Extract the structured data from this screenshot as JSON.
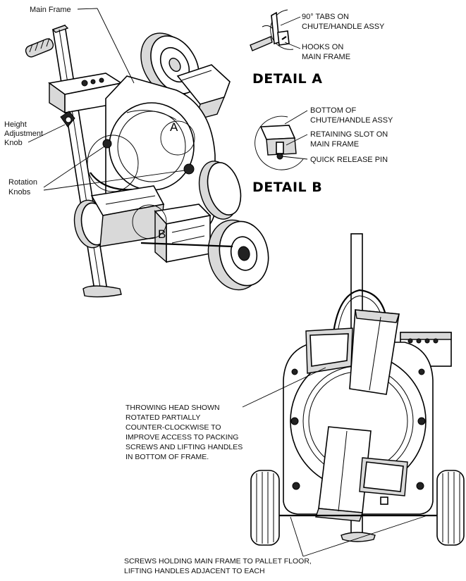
{
  "labels": {
    "main_frame": "Main Frame",
    "height_adjustment": [
      "Height",
      "Adjustment",
      "Knob"
    ],
    "rotation_knobs": [
      "Rotation",
      "Knobs"
    ],
    "callout_a": "A",
    "callout_b": "B",
    "tabs": [
      "90° TABS ON",
      "CHUTE/HANDLE ASSY"
    ],
    "hooks": [
      "HOOKS ON",
      "MAIN FRAME"
    ],
    "detail_a": "DETAIL A",
    "bottom": [
      "BOTTOM OF",
      "CHUTE/HANDLE ASSY"
    ],
    "retaining": [
      "RETAINING SLOT ON",
      "MAIN FRAME"
    ],
    "quick_release": "QUICK RELEASE PIN",
    "detail_b": "DETAIL B",
    "throwing_head": [
      "THROWING HEAD SHOWN",
      "ROTATED PARTIALLY",
      "COUNTER-CLOCKWISE TO",
      "IMPROVE ACCESS TO PACKING",
      "SCREWS AND LIFTING HANDLES",
      "IN BOTTOM OF FRAME."
    ],
    "screws": [
      "SCREWS HOLDING MAIN FRAME TO PALLET FLOOR,",
      "LIFTING HANDLES ADJACENT TO EACH"
    ]
  }
}
